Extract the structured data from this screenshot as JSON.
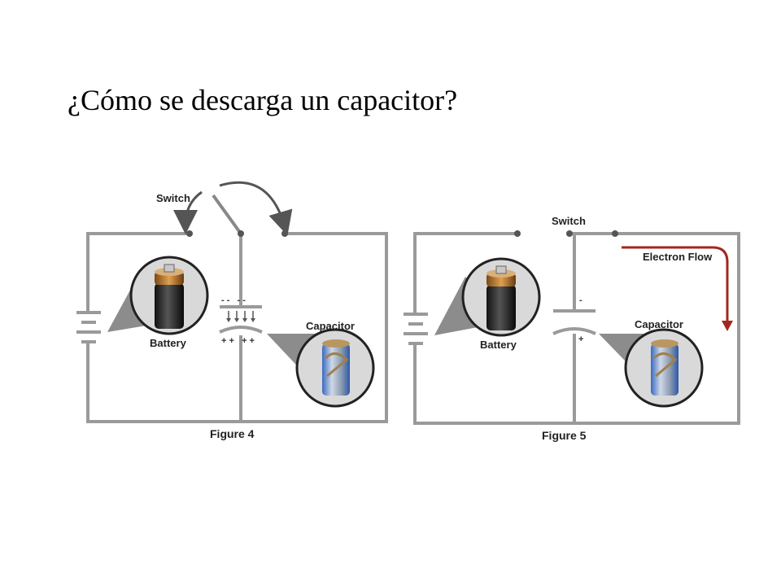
{
  "title": "¿Cómo se descarga un capacitor?",
  "figure4": {
    "switch_label": "Switch",
    "battery_label": "Battery",
    "capacitor_label": "Capacitor",
    "figure_label": "Figure 4",
    "top_plate_signs": "- -   - -",
    "bottom_plate_signs": "+ +   + +"
  },
  "figure5": {
    "switch_label": "Switch",
    "battery_label": "Battery",
    "capacitor_label": "Capacitor",
    "electron_flow_label": "Electron Flow",
    "figure_label": "Figure 5",
    "top_plate_sign": "-",
    "bottom_plate_sign": "+"
  },
  "colors": {
    "wire": "#9a9a9a",
    "arrow": "#555555",
    "electron_flow": "#a0281e",
    "callout": "#8c8c8c"
  }
}
